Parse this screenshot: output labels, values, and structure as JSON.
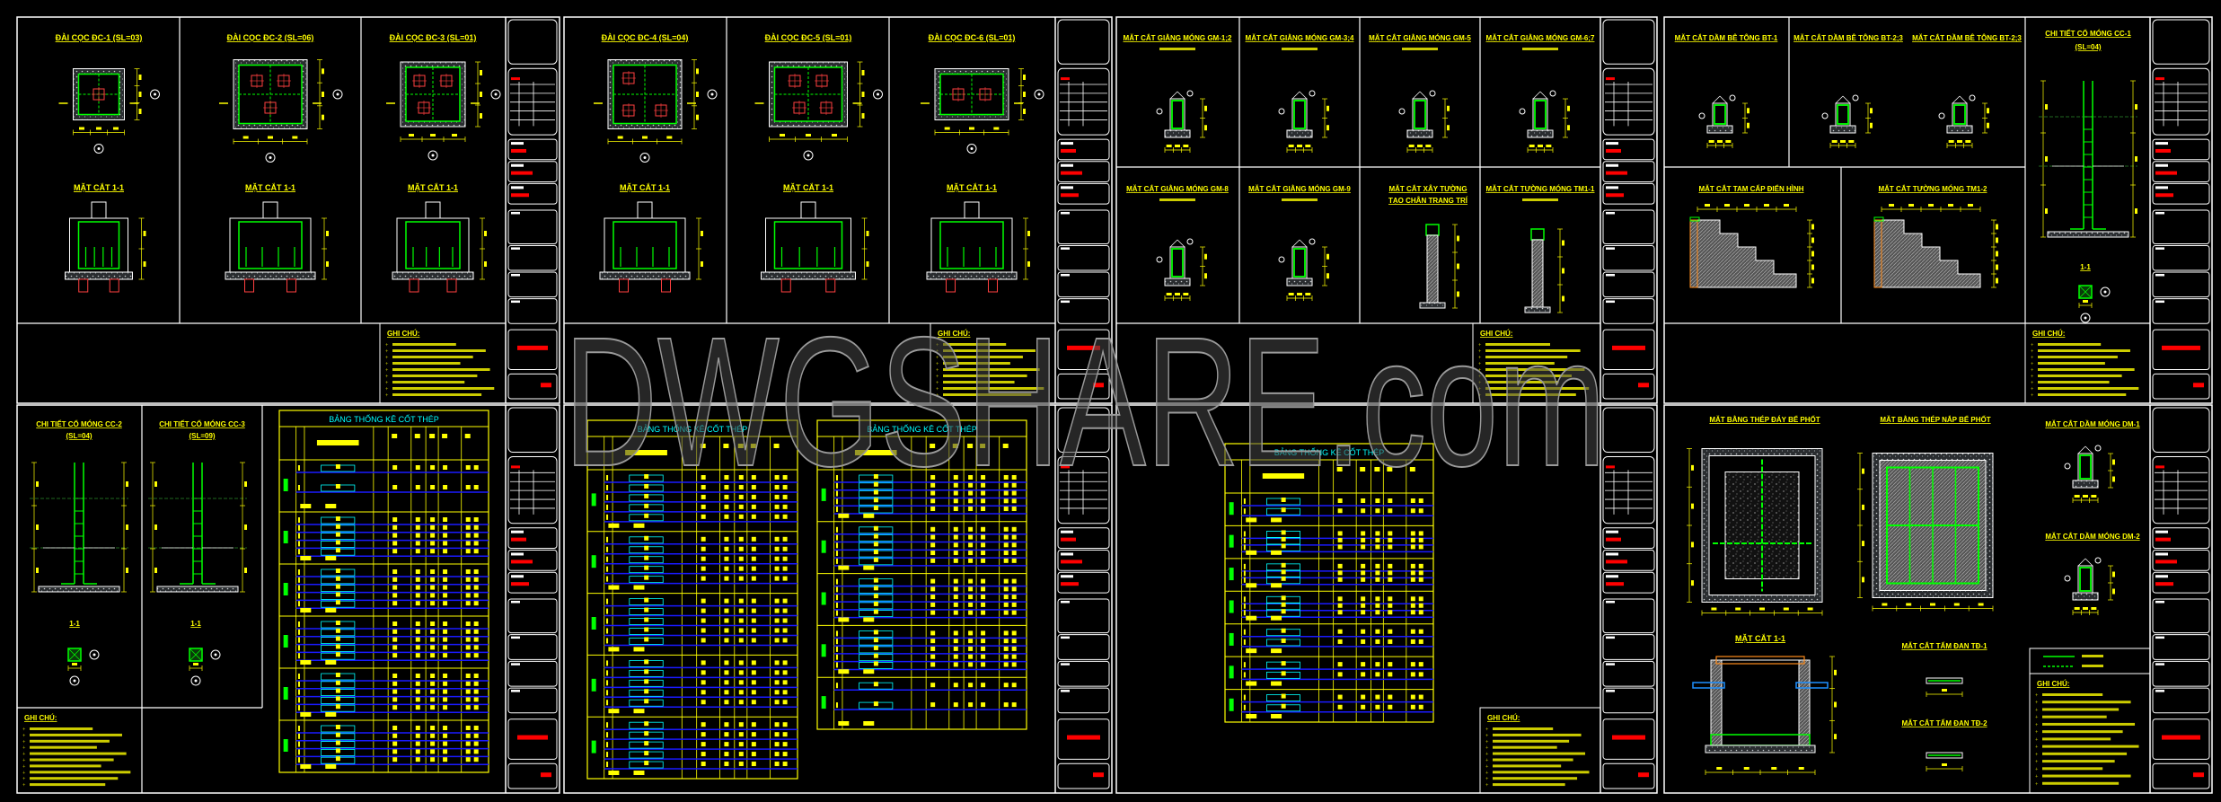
{
  "watermark": "DWGSHARE.com",
  "colors": {
    "background": "#000000",
    "frame": "#ffffff",
    "title": "#ffff00",
    "rebar": "#00ff00",
    "hatch": "#9aa0a6",
    "pile": "#ff4040",
    "table_border": "#ffff00",
    "table_row": "#1a1aff",
    "table_shape": "#00ffff",
    "title_block_mark": "#ff0000"
  },
  "titles": {
    "dc1": "ĐÀI CỌC ĐC-1 (SL=03)",
    "dc2": "ĐÀI CỌC ĐC-2 (SL=06)",
    "dc3": "ĐÀI CỌC ĐC-3 (SL=01)",
    "dc4": "ĐÀI CỌC ĐC-4 (SL=04)",
    "dc5": "ĐÀI CỌC ĐC-5 (SL=01)",
    "dc6": "ĐÀI CỌC ĐC-6 (SL=01)",
    "section_1_1": "MẶT CẮT 1-1",
    "gm12": "MẶT CẮT GIẰNG MÓNG GM-1;2",
    "gm34": "MẶT CẮT GIẰNG MÓNG GM-3;4",
    "gm5": "MẶT CẮT GIẰNG MÓNG GM-5",
    "gm67": "MẶT CẮT GIẰNG MÓNG GM-6;7",
    "gm8": "MẶT CẮT GIẰNG MÓNG GM-8",
    "gm9": "MẶT CẮT GIẰNG MÓNG GM-9",
    "xay_line1": "MẶT CẮT XÂY TƯỜNG",
    "xay_line2": "TẠO CHÂN TRANG TRÍ",
    "tm11": "MẶT CẮT TƯỜNG MÓNG TM1-1",
    "bt1": "MẶT CẮT DẦM BÊ TÔNG BT-1",
    "bt23": "MẶT CẮT DẦM BÊ TÔNG BT-2;3",
    "cc1": "CHI TIẾT CỔ MÓNG CC-1",
    "cc1_sl": "(SL=04)",
    "cut_1_1": "1-1",
    "tamcap": "MẶT CẮT TAM CẤP ĐIỂN HÌNH",
    "tm12": "MẶT CẮT TƯỜNG MÓNG TM1-2",
    "cc2": "CHI TIẾT CỔ MÓNG CC-2",
    "cc2_sl": "(SL=04)",
    "cc3": "CHI TIẾT CỔ MÓNG CC-3",
    "cc3_sl": "(SL=09)",
    "day_be_phot": "MẶT BẰNG THÉP ĐÁY BỂ PHỐT",
    "nap_be_phot": "MẶT BẰNG THÉP NẮP BỂ PHỐT",
    "dm1": "MẶT CẮT DẦM MÓNG DM-1",
    "dm2": "MẶT CẮT DẦM MÓNG DM-2",
    "td1": "MẶT CẮT TẤM ĐAN TĐ-1",
    "td2": "MẶT CẮT TẤM ĐAN TĐ-2"
  },
  "rebar_table_title": "BẢNG THỐNG KÊ CỐT THÉP",
  "notes_title": "GHI CHÚ:"
}
